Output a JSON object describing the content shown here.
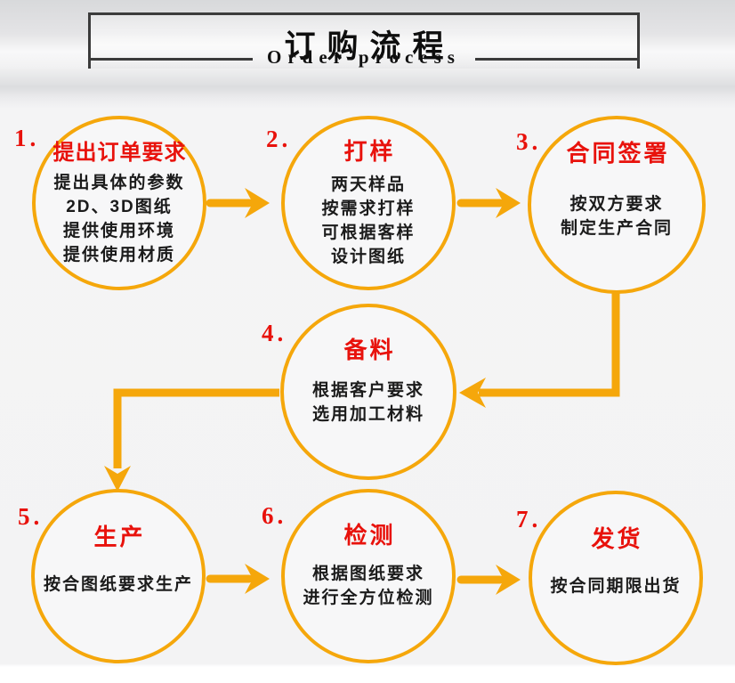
{
  "header": {
    "title": "订购流程",
    "subtitle": "Order process"
  },
  "steps": [
    {
      "num": "1.",
      "title": "提出订单要求",
      "lines": [
        "提出具体的参数",
        "2D、3D图纸",
        "提供使用环境",
        "提供使用材质"
      ]
    },
    {
      "num": "2.",
      "title": "打样",
      "lines": [
        "两天样品",
        "按需求打样",
        "可根据客样",
        "设计图纸"
      ]
    },
    {
      "num": "3.",
      "title": "合同签署",
      "lines": [
        "按双方要求",
        "制定生产合同"
      ]
    },
    {
      "num": "4.",
      "title": "备料",
      "lines": [
        "根据客户要求",
        "选用加工材料"
      ]
    },
    {
      "num": "5.",
      "title": "生产",
      "lines": [
        "按合图纸要求生产"
      ]
    },
    {
      "num": "6.",
      "title": "检测",
      "lines": [
        "根据图纸要求",
        "进行全方位检测"
      ]
    },
    {
      "num": "7.",
      "title": "发货",
      "lines": [
        "按合同期限出货"
      ]
    }
  ],
  "colors": {
    "accent_gold": "#F5A70B",
    "step_red": "#E8120C",
    "text_black": "#1b1b1b",
    "header_border": "#3b3b3b"
  }
}
